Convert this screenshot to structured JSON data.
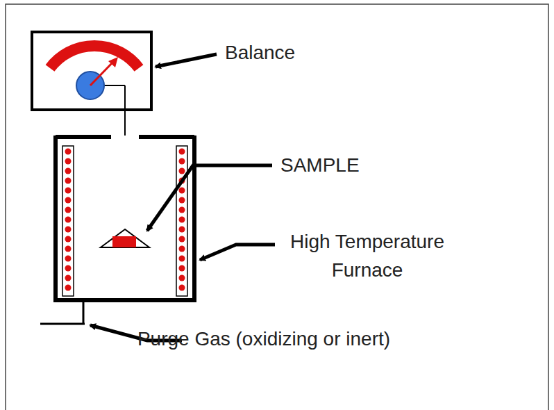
{
  "diagram": {
    "labels": [
      "Balance",
      "SAMPLE",
      "High Temperature Furnace",
      "Purge Gas (oxidizing or inert)"
    ]
  }
}
